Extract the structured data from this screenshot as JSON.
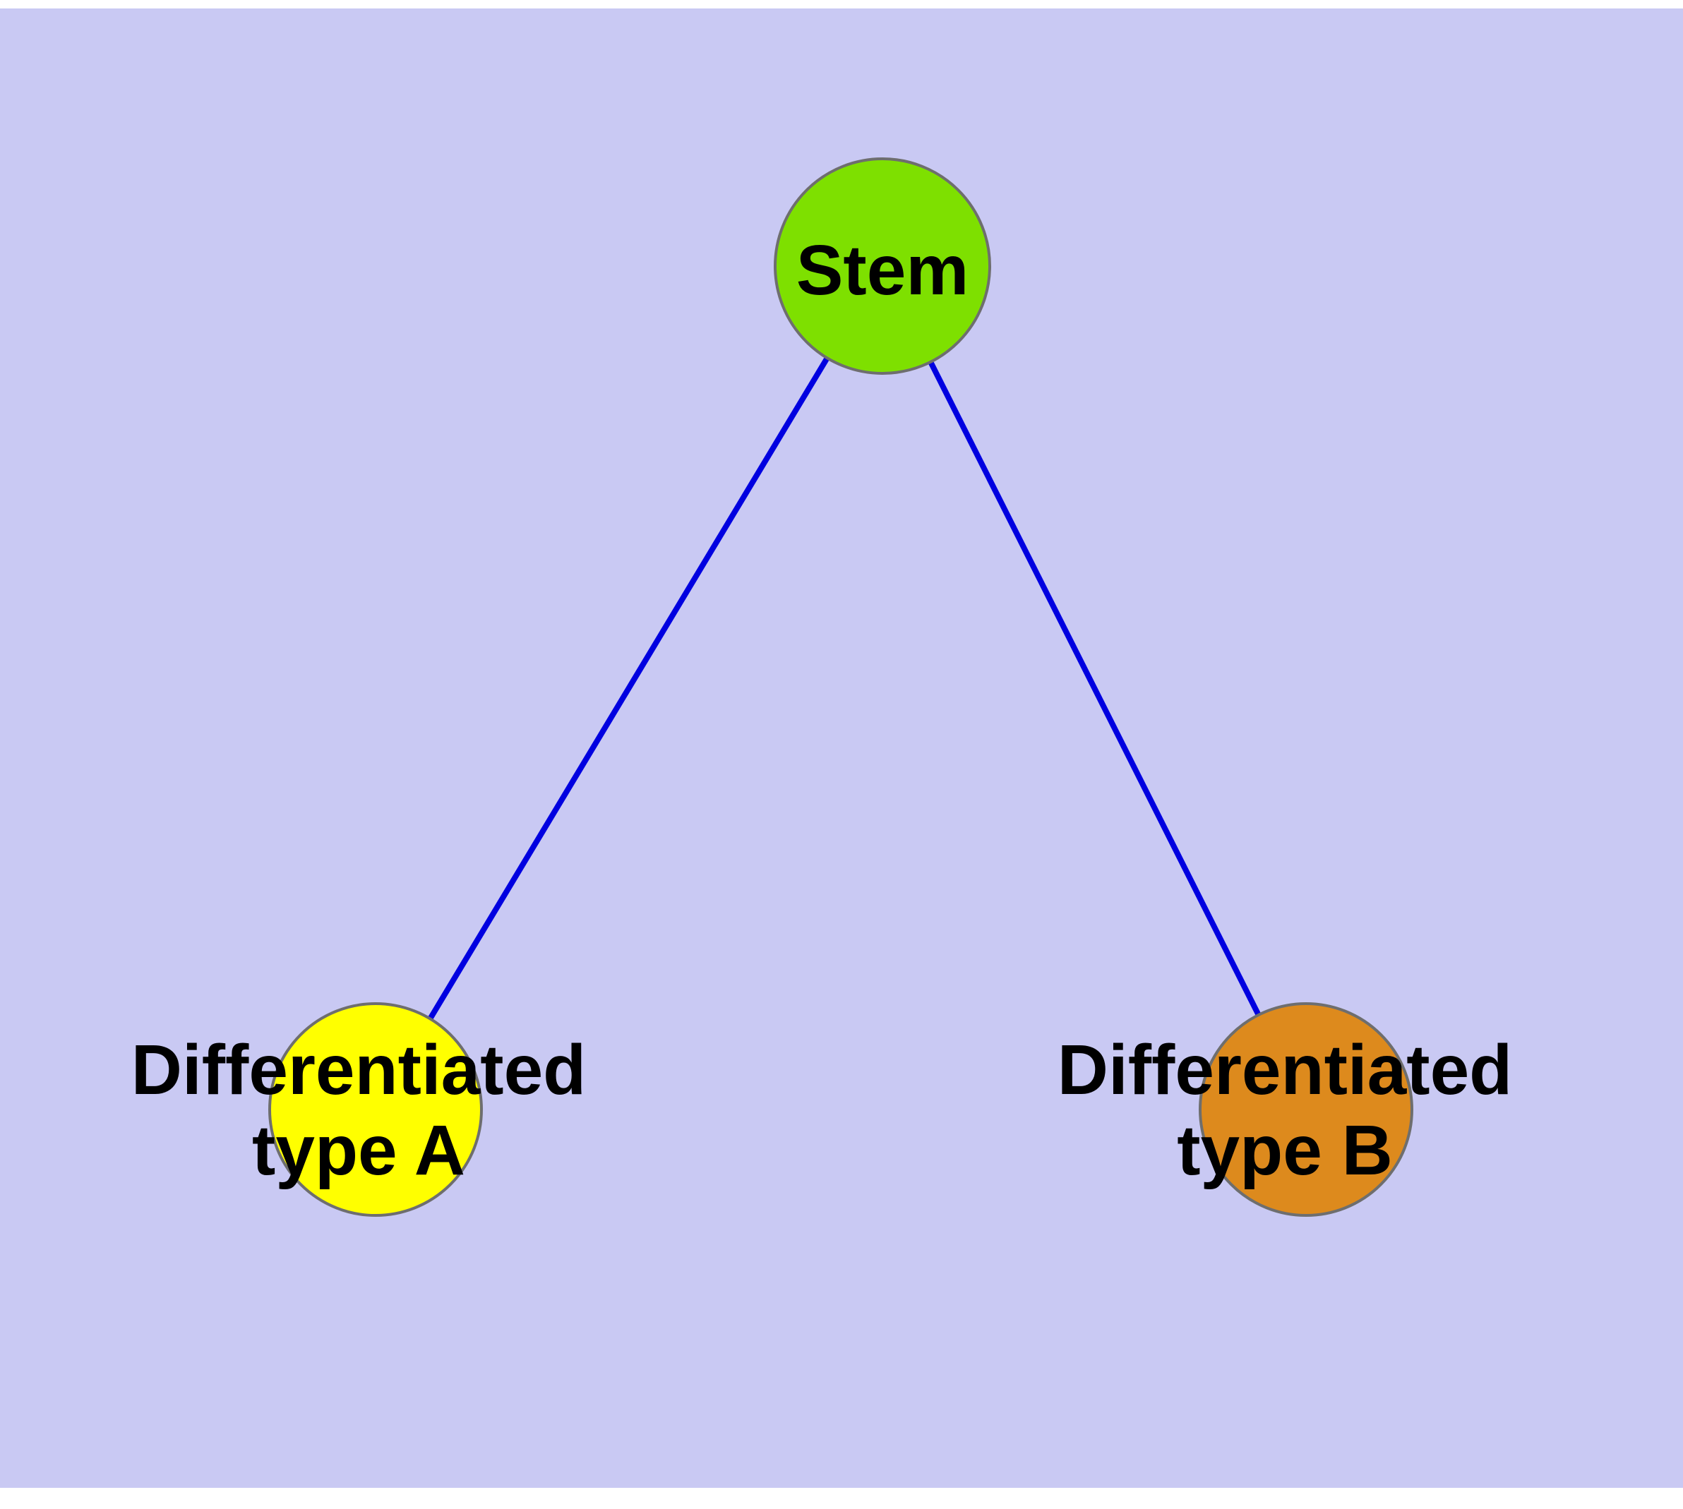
{
  "canvas": {
    "background": "#c9c9f3"
  },
  "diagram": {
    "edge_color": "#0000e0",
    "node_stroke": "#6e6e6e",
    "nodes": {
      "stem": {
        "label": "Stem",
        "fill": "#7ee000"
      },
      "type_a": {
        "label_line1": "Differentiated",
        "label_line2": "type A",
        "fill": "#ffff00"
      },
      "type_b": {
        "label_line1": "Differentiated",
        "label_line2": "type B",
        "fill": "#dd8a1d"
      }
    }
  }
}
